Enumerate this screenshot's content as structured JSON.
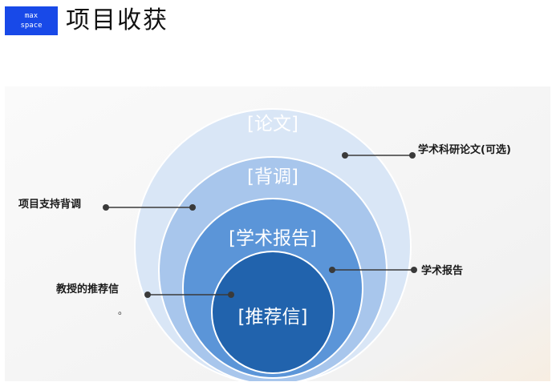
{
  "header": {
    "logo": {
      "line1": "max",
      "line2": "space",
      "bg": "#1849e8",
      "fg": "#ffffff"
    },
    "title": "项目收获"
  },
  "diagram": {
    "rings": [
      {
        "label": "[论文]",
        "color": "#d9e6f6"
      },
      {
        "label": "[背调]",
        "color": "#a8c6ec"
      },
      {
        "label": "[学术报告]",
        "color": "#5b95d8"
      },
      {
        "label": "[推荐信]",
        "color": "#2163ad"
      }
    ],
    "callouts": {
      "paper": "学术科研论文(可选)",
      "background_check": "项目支持背调",
      "academic_report": "学术报告",
      "recommendation": "教授的推荐信"
    },
    "dot": "。",
    "line_color": "#3a3a3a"
  }
}
